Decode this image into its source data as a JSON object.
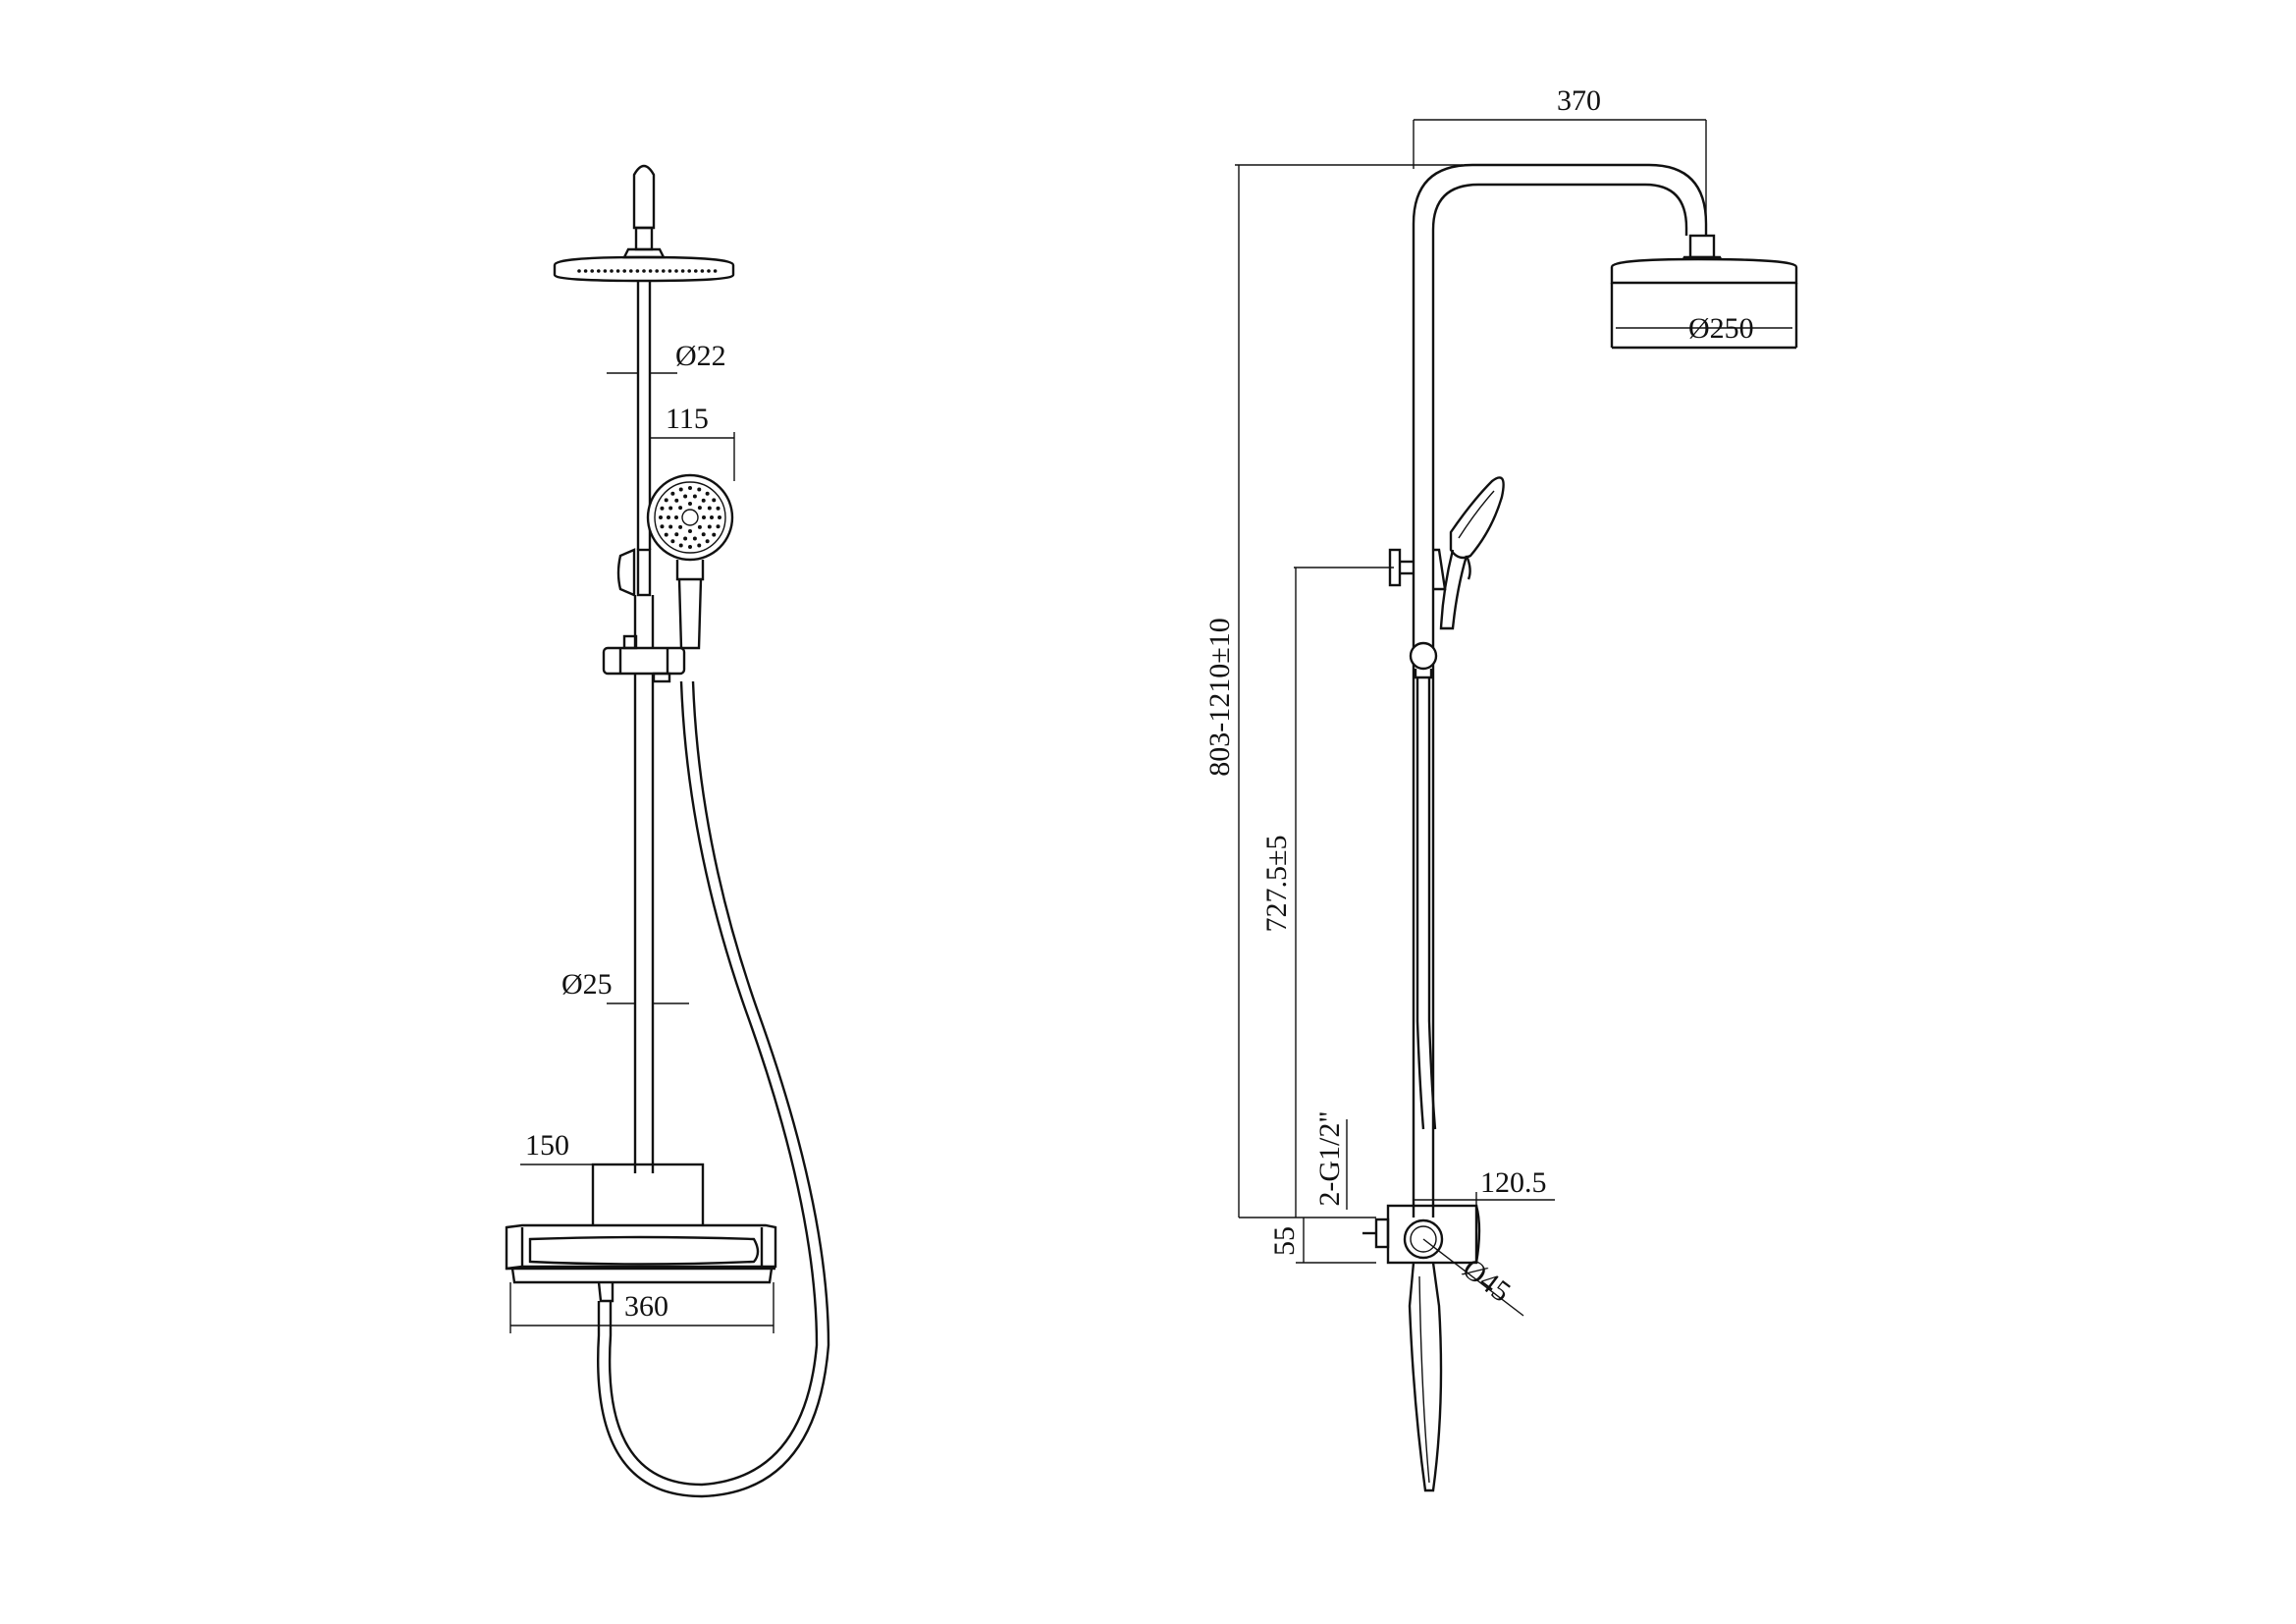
{
  "front_view": {
    "dim_head_arm": "Ø22",
    "dim_hand_shower": "115",
    "dim_rail": "Ø25",
    "dim_mixer_top": "150",
    "dim_mixer_width": "360"
  },
  "side_view": {
    "dim_arm_reach": "370",
    "dim_head": "Ø250",
    "dim_total_height": "803-1210±10",
    "dim_slider_height": "727.5±5",
    "dim_inlets": "2-G1/2\"",
    "dim_inlet_offset": "55",
    "dim_mixer_depth": "120.5",
    "dim_knob": "Ø45"
  },
  "colors": {
    "line": "#111111",
    "background": "#ffffff"
  }
}
